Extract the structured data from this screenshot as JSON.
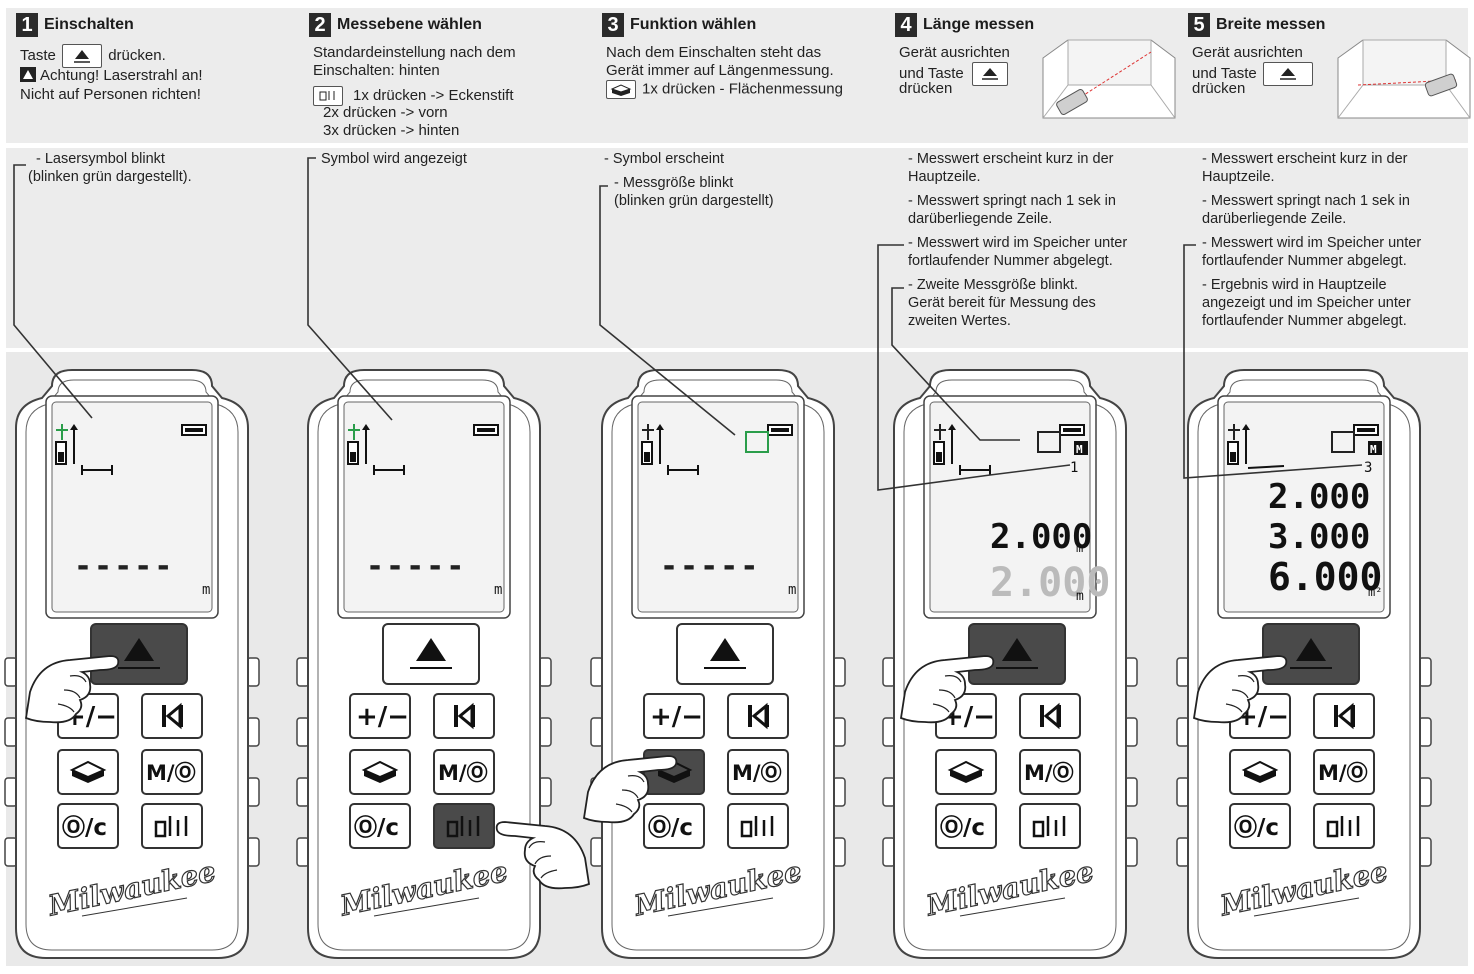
{
  "steps": [
    {
      "num": "1",
      "title": "Einschalten",
      "lines": [
        "Taste",
        "drücken.",
        "Achtung! Laserstrahl an!",
        "Nicht auf Personen richten!"
      ],
      "notes": [
        "- Lasersymbol blinkt",
        "(blinken grün dargestellt)."
      ],
      "display": {
        "row1": "",
        "row2": "",
        "main": "-----",
        "unit": "m"
      }
    },
    {
      "num": "2",
      "title": "Messebene wählen",
      "lines": [
        "Standardeinstellung nach dem",
        "Einschalten: hinten",
        "1x drücken -> Eckenstift",
        "2x drücken -> vorn",
        "3x drücken -> hinten"
      ],
      "notes": [
        "Symbol wird angezeigt"
      ],
      "display": {
        "row1": "",
        "row2": "",
        "main": "-----",
        "unit": "m"
      }
    },
    {
      "num": "3",
      "title": "Funktion wählen",
      "lines": [
        "Nach dem Einschalten steht das",
        "Gerät immer auf Längenmessung.",
        "1x drücken - Flächenmessung"
      ],
      "notes": [
        "- Symbol erscheint",
        "- Messgröße blinkt",
        "(blinken grün dargestellt)"
      ],
      "display": {
        "row1": "",
        "row2": "",
        "main": "-----",
        "unit": "m"
      }
    },
    {
      "num": "4",
      "title": "Länge messen",
      "lines": [
        "Gerät ausrichten",
        "und Taste",
        "drücken"
      ],
      "notes": [
        "- Messwert erscheint kurz in der",
        "Hauptzeile.",
        "- Messwert springt nach 1 sek in",
        "darüberliegende Zeile.",
        "- Messwert wird im Speicher unter",
        "fortlaufender Nummer abgelegt.",
        "- Zweite Messgröße blinkt.",
        "Gerät bereit für Messung des",
        "zweiten Wertes."
      ],
      "display": {
        "counter": "1",
        "row1": "2.000",
        "row1unit": "m",
        "main": "2.000",
        "unit": "m"
      }
    },
    {
      "num": "5",
      "title": "Breite messen",
      "lines": [
        "Gerät ausrichten",
        "und Taste",
        "drücken"
      ],
      "notes": [
        "- Messwert erscheint kurz in der",
        "Hauptzeile.",
        "- Messwert springt nach 1 sek in",
        "darüberliegende Zeile.",
        "- Messwert wird im Speicher unter",
        "fortlaufender Nummer abgelegt.",
        "- Ergebnis wird in Hauptzeile",
        "angezeigt und im Speicher unter",
        "fortlaufender Nummer abgelegt."
      ],
      "display": {
        "counter": "3",
        "row1": "2.000",
        "row2": "3.000",
        "main": "6.000",
        "unit": "m²"
      }
    }
  ],
  "device": {
    "buttons": [
      "+/−",
      "M/Ⓞ",
      "Ⓞ/c"
    ],
    "brand": "Milwaukee",
    "memory_badge": "M"
  },
  "colors": {
    "laser_green": "#2a9d4a",
    "band": "#ececec",
    "pressed": "#4a4a4a",
    "line": "#333333"
  }
}
